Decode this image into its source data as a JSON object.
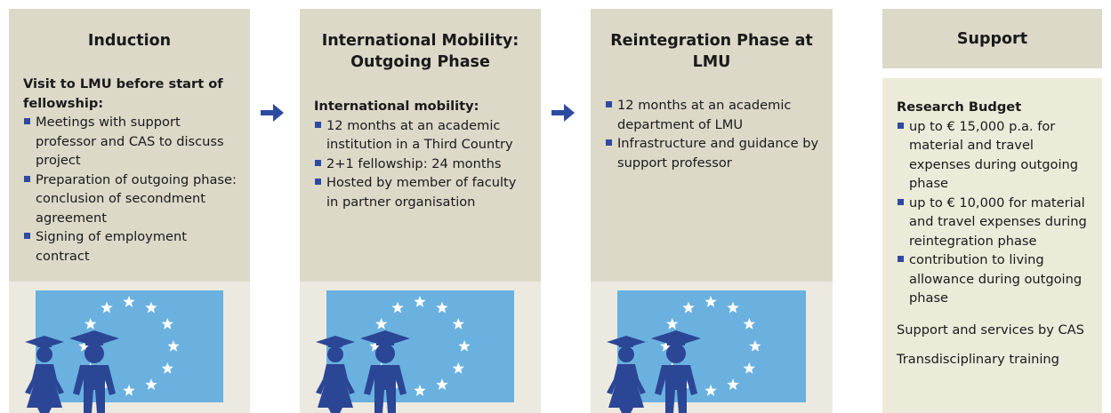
{
  "colors": {
    "panel_top": "#dcd9c9",
    "panel_bottom": "#ece9e0",
    "flag_blue": "#6ab1e0",
    "bullet_blue": "#2e4aa0",
    "arrow_blue": "#2e4aa0",
    "figure_blue": "#2b4694",
    "star_white": "#ffffff"
  },
  "icons": {
    "arrow": "arrow-right-icon",
    "bullet": "square-bullet-icon",
    "illustration": "graduates-with-eu-flag"
  },
  "induction": {
    "title": "Induction",
    "subtitle": "Visit to LMU before start of fellowship:",
    "items": [
      "Meetings with support professor and CAS to discuss project",
      "Preparation of outgoing phase: conclusion of secondment agreement",
      "Signing of employment contract"
    ]
  },
  "mobility": {
    "title": "International Mobility: Outgoing Phase",
    "subtitle": "International mobility:",
    "items": [
      "12 months at an academic institution in a Third Country",
      "2+1 fellowship: 24 months",
      "Hosted by member of faculty in partner organisation"
    ]
  },
  "reintegration": {
    "title": "Reintegration Phase at LMU",
    "items": [
      "12 months at an academic department of LMU",
      "Infrastructure and guidance by support professor"
    ]
  },
  "support": {
    "title": "Support",
    "subtitle": "Research Budget",
    "items": [
      "up to € 15,000 p.a. for material and travel expenses during outgoing phase",
      "up to € 10,000 for material and travel expenses during reintegration phase",
      "contribution to living allowance during outgoing phase"
    ],
    "extra_1": "Support and services by CAS",
    "extra_2": "Transdisciplinary training"
  }
}
